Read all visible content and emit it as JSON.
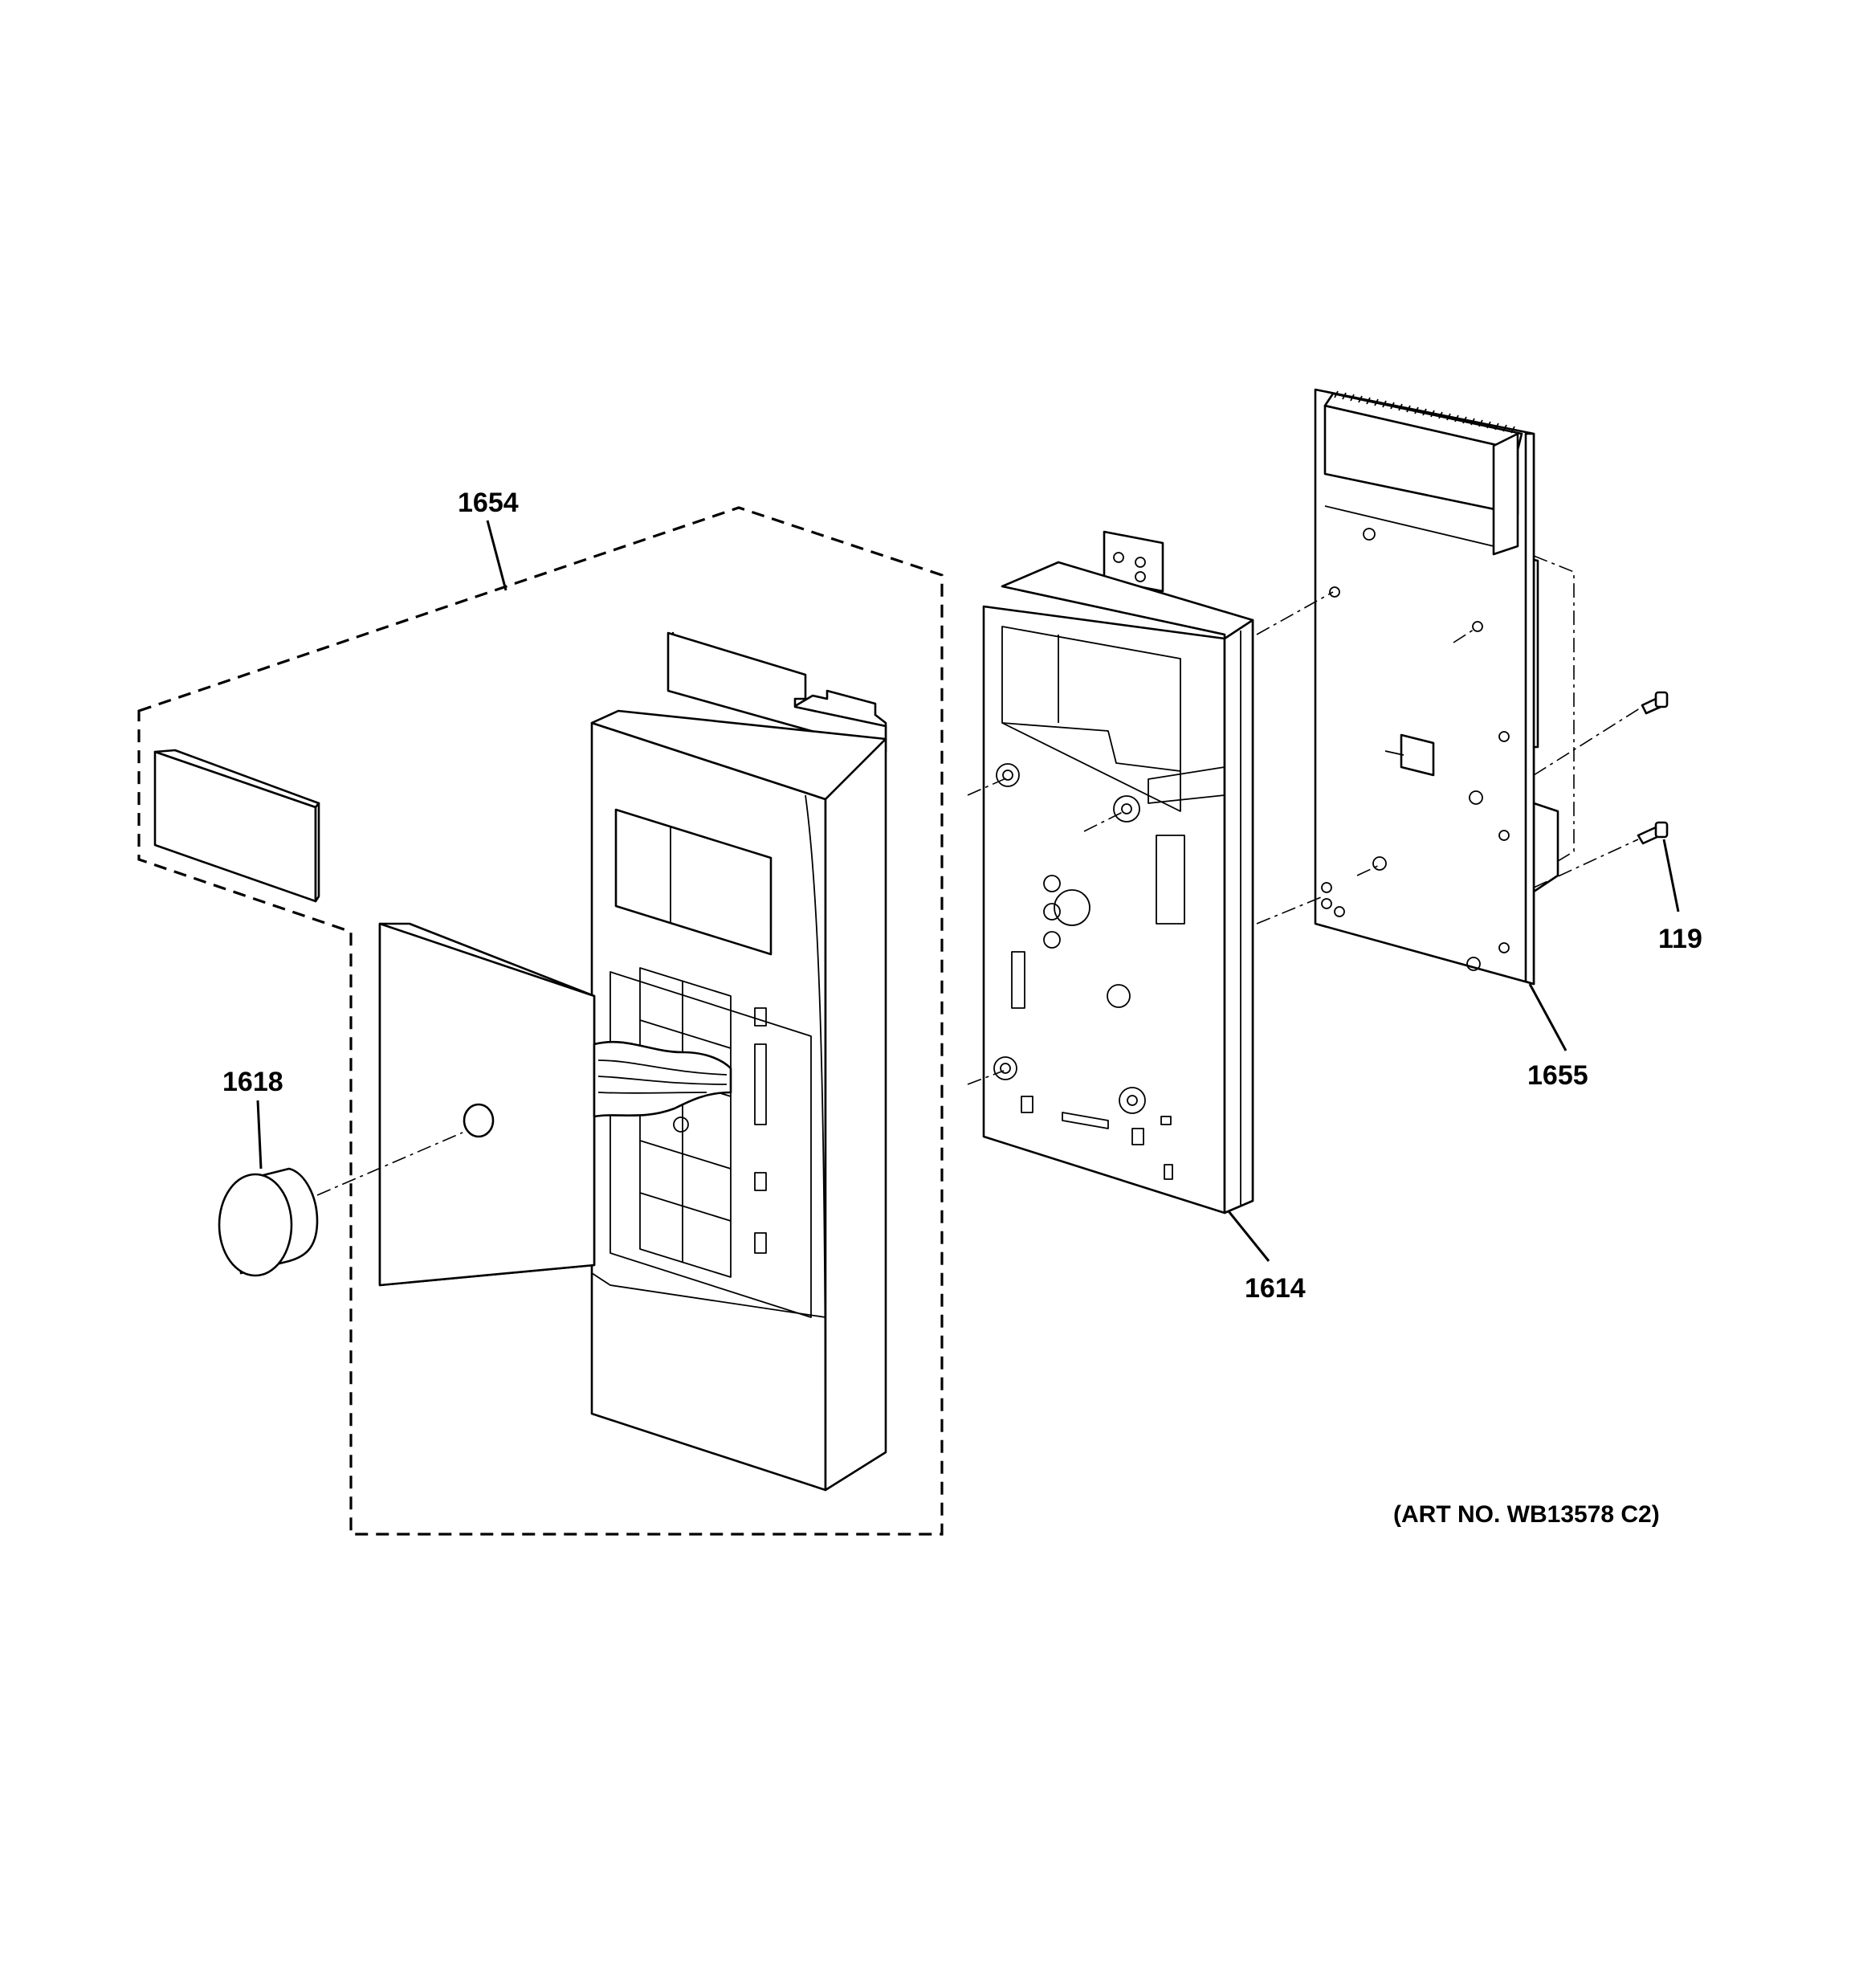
{
  "parts": [
    {
      "id": "part-1654",
      "label": "1654"
    },
    {
      "id": "part-1618",
      "label": "1618"
    },
    {
      "id": "part-1614",
      "label": "1614"
    },
    {
      "id": "part-1655",
      "label": "1655"
    },
    {
      "id": "part-119",
      "label": "119"
    }
  ],
  "art_number": "(ART NO. WB13578 C2)"
}
